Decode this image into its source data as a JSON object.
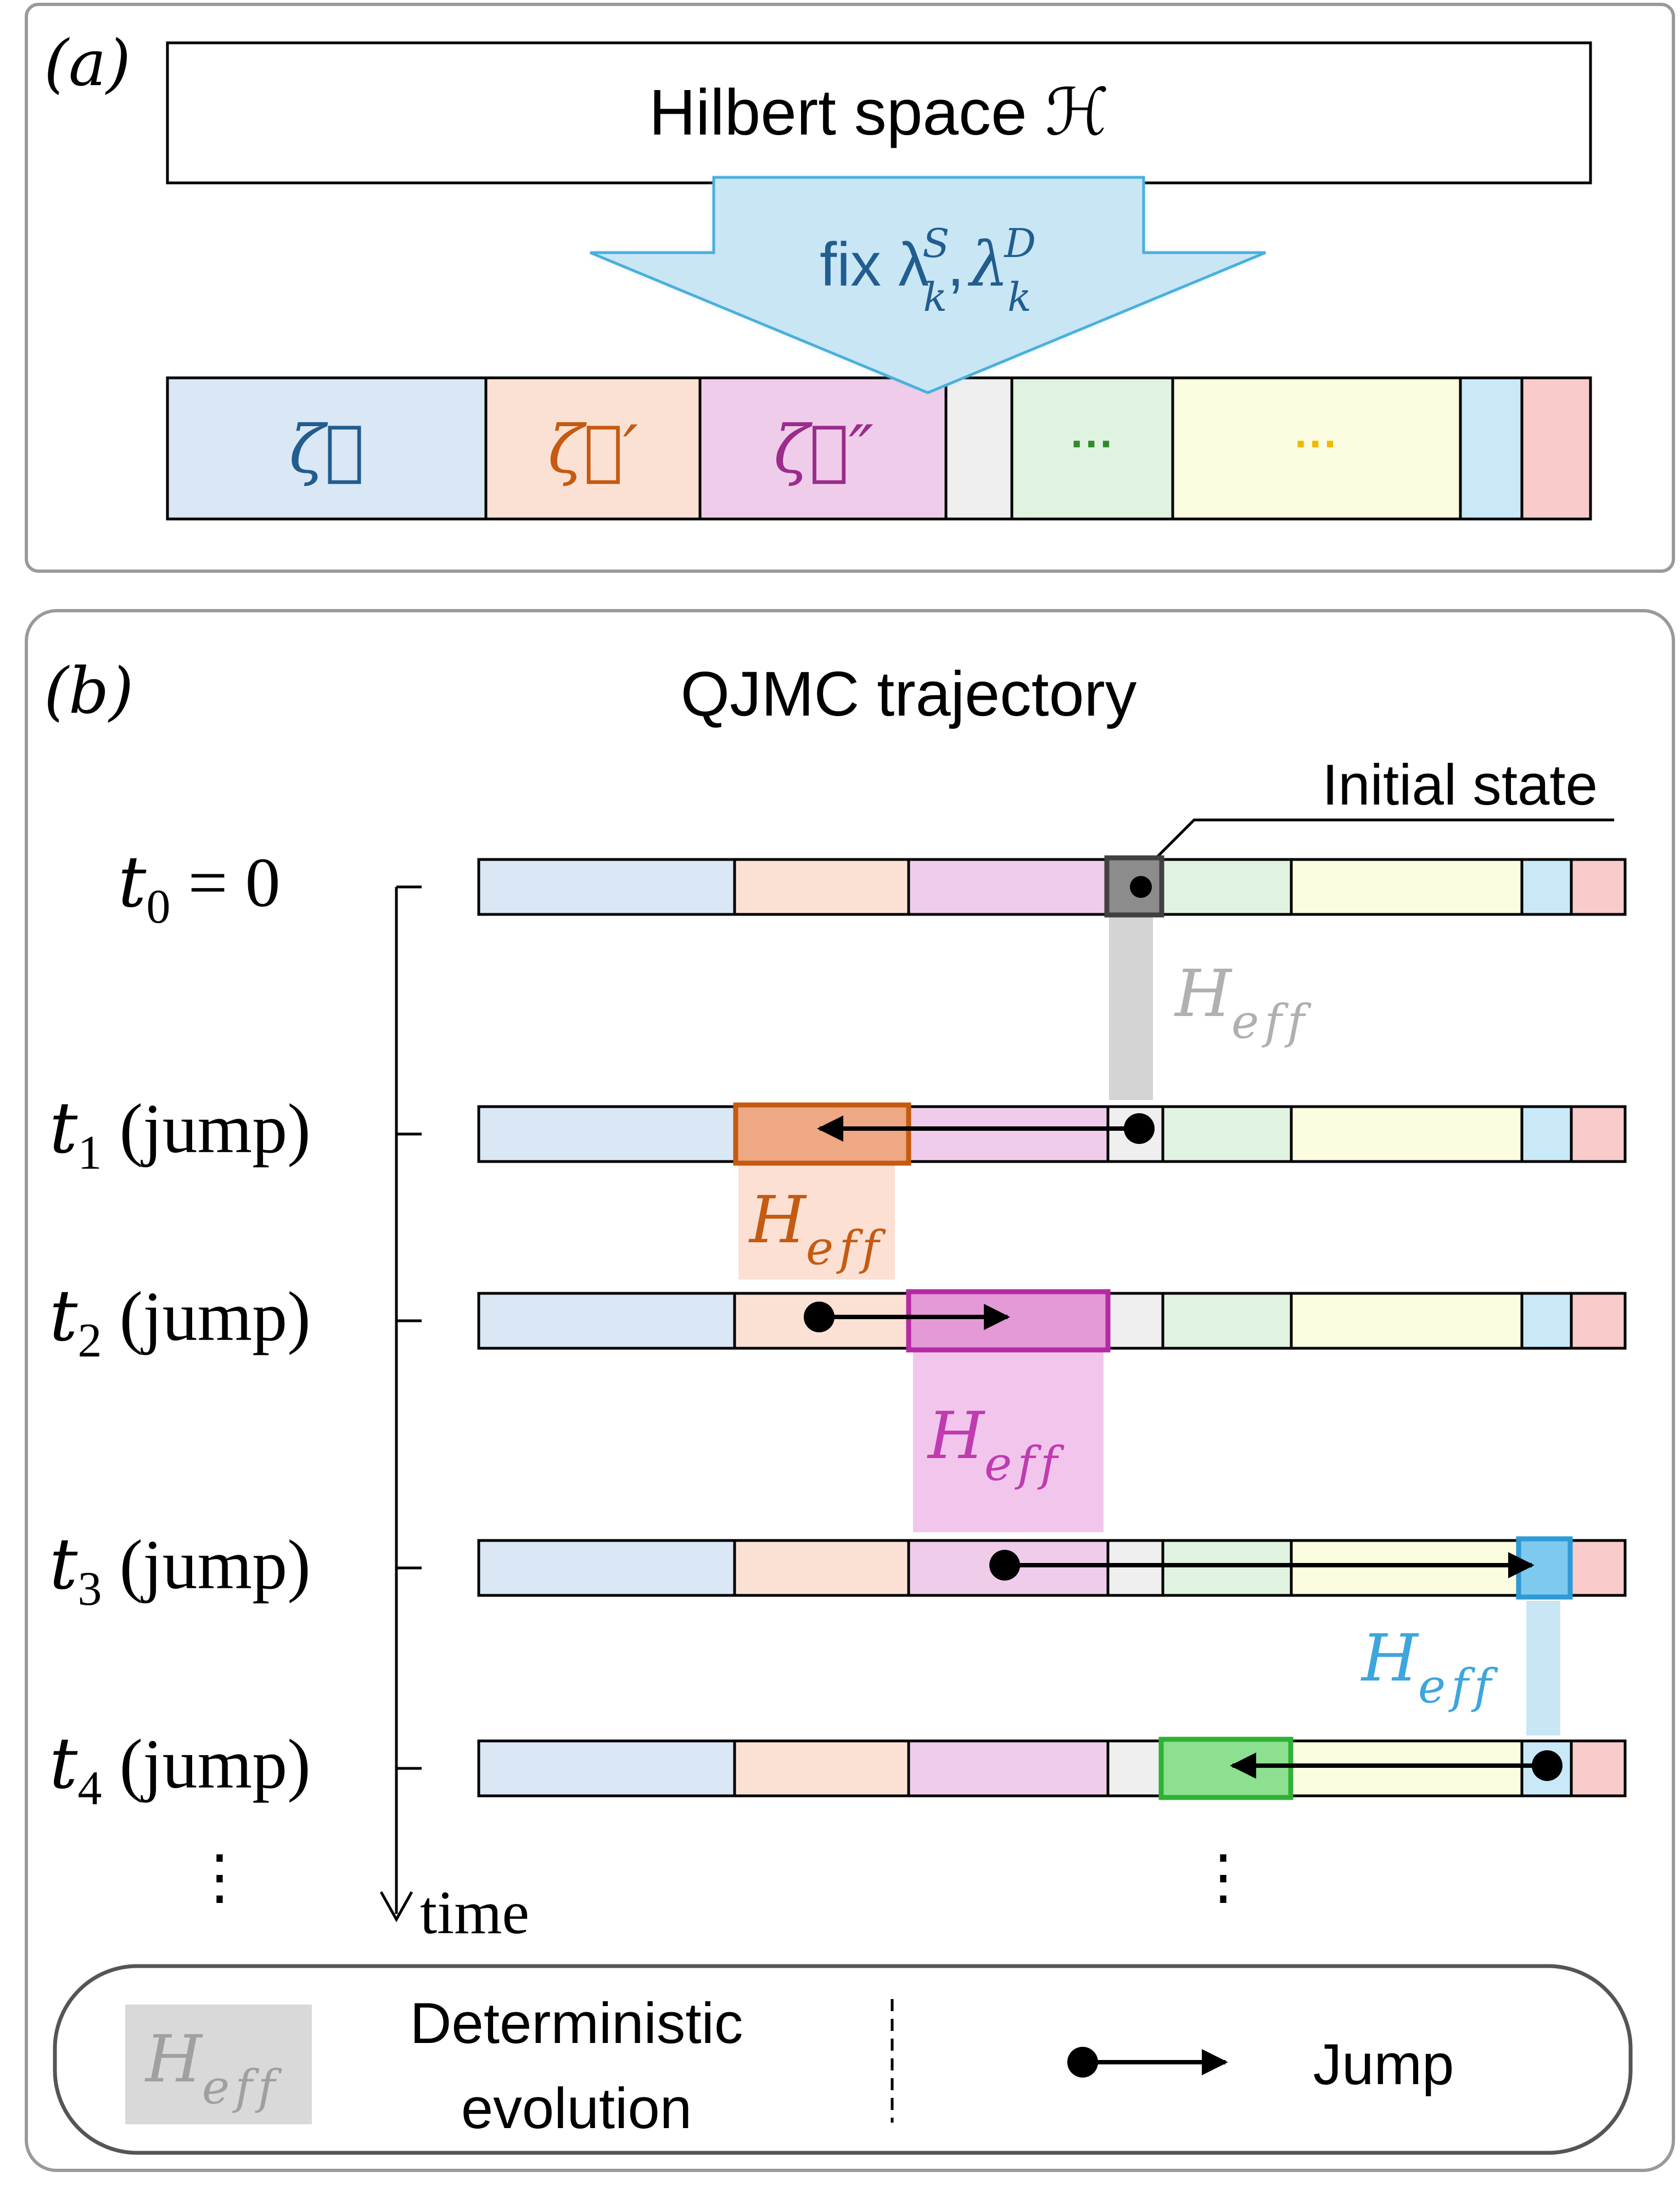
{
  "colors": {
    "blue": "#dae7f4",
    "peach": "#fbe1d4",
    "pink": "#efcdea",
    "grey": "#efefef",
    "green": "#e0f3e1",
    "yellow": "#fcfce0",
    "cyan": "#c9e9f8",
    "red": "#f9cbcb",
    "arrow_fill": "#c9e6f5",
    "arrow_stroke": "#4aafdd",
    "text_blue": "#215d8f",
    "text_orange": "#c55a11",
    "text_magenta": "#9b2c8b",
    "text_green": "#2f8a2c",
    "text_gold": "#f2b800",
    "h_grey": "#b0b0b0",
    "h_orange": "#c55a11",
    "h_magenta": "#c03bb1",
    "h_cyan": "#3ca6dd"
  },
  "panel_a": {
    "label": "(a)",
    "hilbert": "Hilbert space ℋ",
    "arrow_text_fix": "fix λ",
    "arrow_k": "k",
    "arrow_S": "S",
    "arrow_D": "D",
    "arrow_comma": ",",
    "sector1": "ζ⃗",
    "sector2": "ζ⃗′",
    "sector3": "ζ⃗″",
    "sector_dots_green": "···",
    "sector_dots_yellow": "···"
  },
  "panel_b": {
    "label": "(b)",
    "title": "QJMC trajectory",
    "initial_state": "Initial  state",
    "time_label": "time",
    "t0": "t",
    "t0_sub": "0",
    "t0_rest": " = 0",
    "t_labels": [
      {
        "t": "t",
        "sub": "1",
        "rest": " (jump)"
      },
      {
        "t": "t",
        "sub": "2",
        "rest": " (jump)"
      },
      {
        "t": "t",
        "sub": "3",
        "rest": " (jump)"
      },
      {
        "t": "t",
        "sub": "4",
        "rest": " (jump)"
      }
    ],
    "h_main": "H",
    "h_sub": "eff",
    "vdots": "⋮"
  },
  "legend": {
    "h_main": "H",
    "h_sub": "eff",
    "deterministic_line1": "Deterministic",
    "deterministic_line2": "evolution",
    "jump": "Jump"
  }
}
